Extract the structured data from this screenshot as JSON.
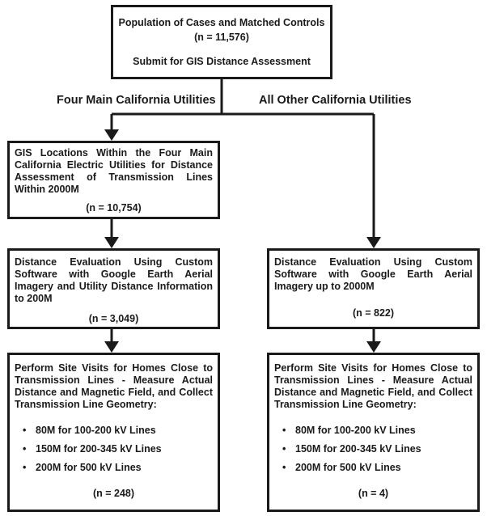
{
  "top_box": {
    "line1": "Population of Cases and Matched Controls",
    "line2": "(n = 11,576)",
    "line3": "Submit for GIS Distance Assessment"
  },
  "branch_labels": {
    "left": "Four Main California Utilities",
    "right": "All Other California Utilities"
  },
  "left_col": {
    "gis_box": {
      "text": "GIS Locations Within the Four Main California Electric Utilities for Distance Assessment of Transmission Lines Within 2000M",
      "count": "(n = 10,754)"
    },
    "eval_box": {
      "text": "Distance Evaluation Using Custom Software with Google Earth Aerial Imagery and Utility Distance Information to 200M",
      "count": "(n = 3,049)"
    },
    "visit_box": {
      "text": "Perform Site Visits for Homes Close to Transmission Lines - Measure Actual Distance and Magnetic Field, and Collect Transmission Line Geometry:",
      "bullets": [
        "80M for 100-200 kV Lines",
        "150M for 200-345 kV Lines",
        "200M for 500 kV Lines"
      ],
      "count": "(n = 248)"
    }
  },
  "right_col": {
    "eval_box": {
      "text": "Distance Evaluation Using Custom Software with Google Earth Aerial Imagery up to 2000M",
      "count": "(n = 822)"
    },
    "visit_box": {
      "text": "Perform Site Visits for Homes Close to Transmission Lines - Measure Actual Distance and Magnetic Field, and Collect Transmission Line Geometry:",
      "bullets": [
        "80M for 100-200 kV Lines",
        "150M for 200-345 kV Lines",
        "200M for 500 kV Lines"
      ],
      "count": "(n = 4)"
    }
  },
  "colors": {
    "line": "#1a1a1a",
    "background": "#ffffff"
  }
}
